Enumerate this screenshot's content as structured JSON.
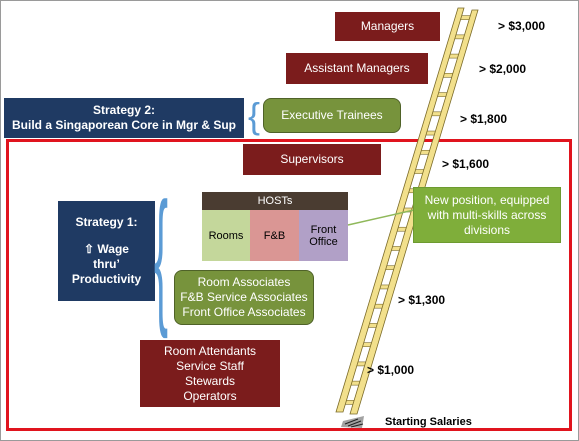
{
  "positions": {
    "managers": "Managers",
    "assistant_managers": "Assistant Managers",
    "executive_trainees": "Executive Trainees",
    "supervisors": "Supervisors",
    "associates": [
      "Room Associates",
      "F&B Service Associates",
      "Front Office Associates"
    ],
    "rank_and_file": [
      "Room Attendants",
      "Service Staff",
      "Stewards",
      "Operators"
    ]
  },
  "hosts": {
    "title": "HOSTs",
    "cells": [
      "Rooms",
      "F&B",
      "Front Office"
    ]
  },
  "callout": "New position, equipped with multi-skills across divisions",
  "strategy2": {
    "title": "Strategy 2:",
    "subtitle": "Build a Singaporean Core in Mgr & Sup"
  },
  "strategy1": {
    "title": "Strategy 1:",
    "body": "⇧ Wage thru’ Productivity"
  },
  "salaries": [
    "> $3,000",
    "> $2,000",
    "> $1,800",
    "> $1,600",
    "> $1,300",
    "> $1,000"
  ],
  "starting_label": "Starting Salaries",
  "colors": {
    "maroon": "#7b1c1c",
    "navy": "#1f3a63",
    "green": "#77933c",
    "frame_red": "#e0141e",
    "ladder": "#f2e08c",
    "brace_blue": "#5b9bd5"
  }
}
